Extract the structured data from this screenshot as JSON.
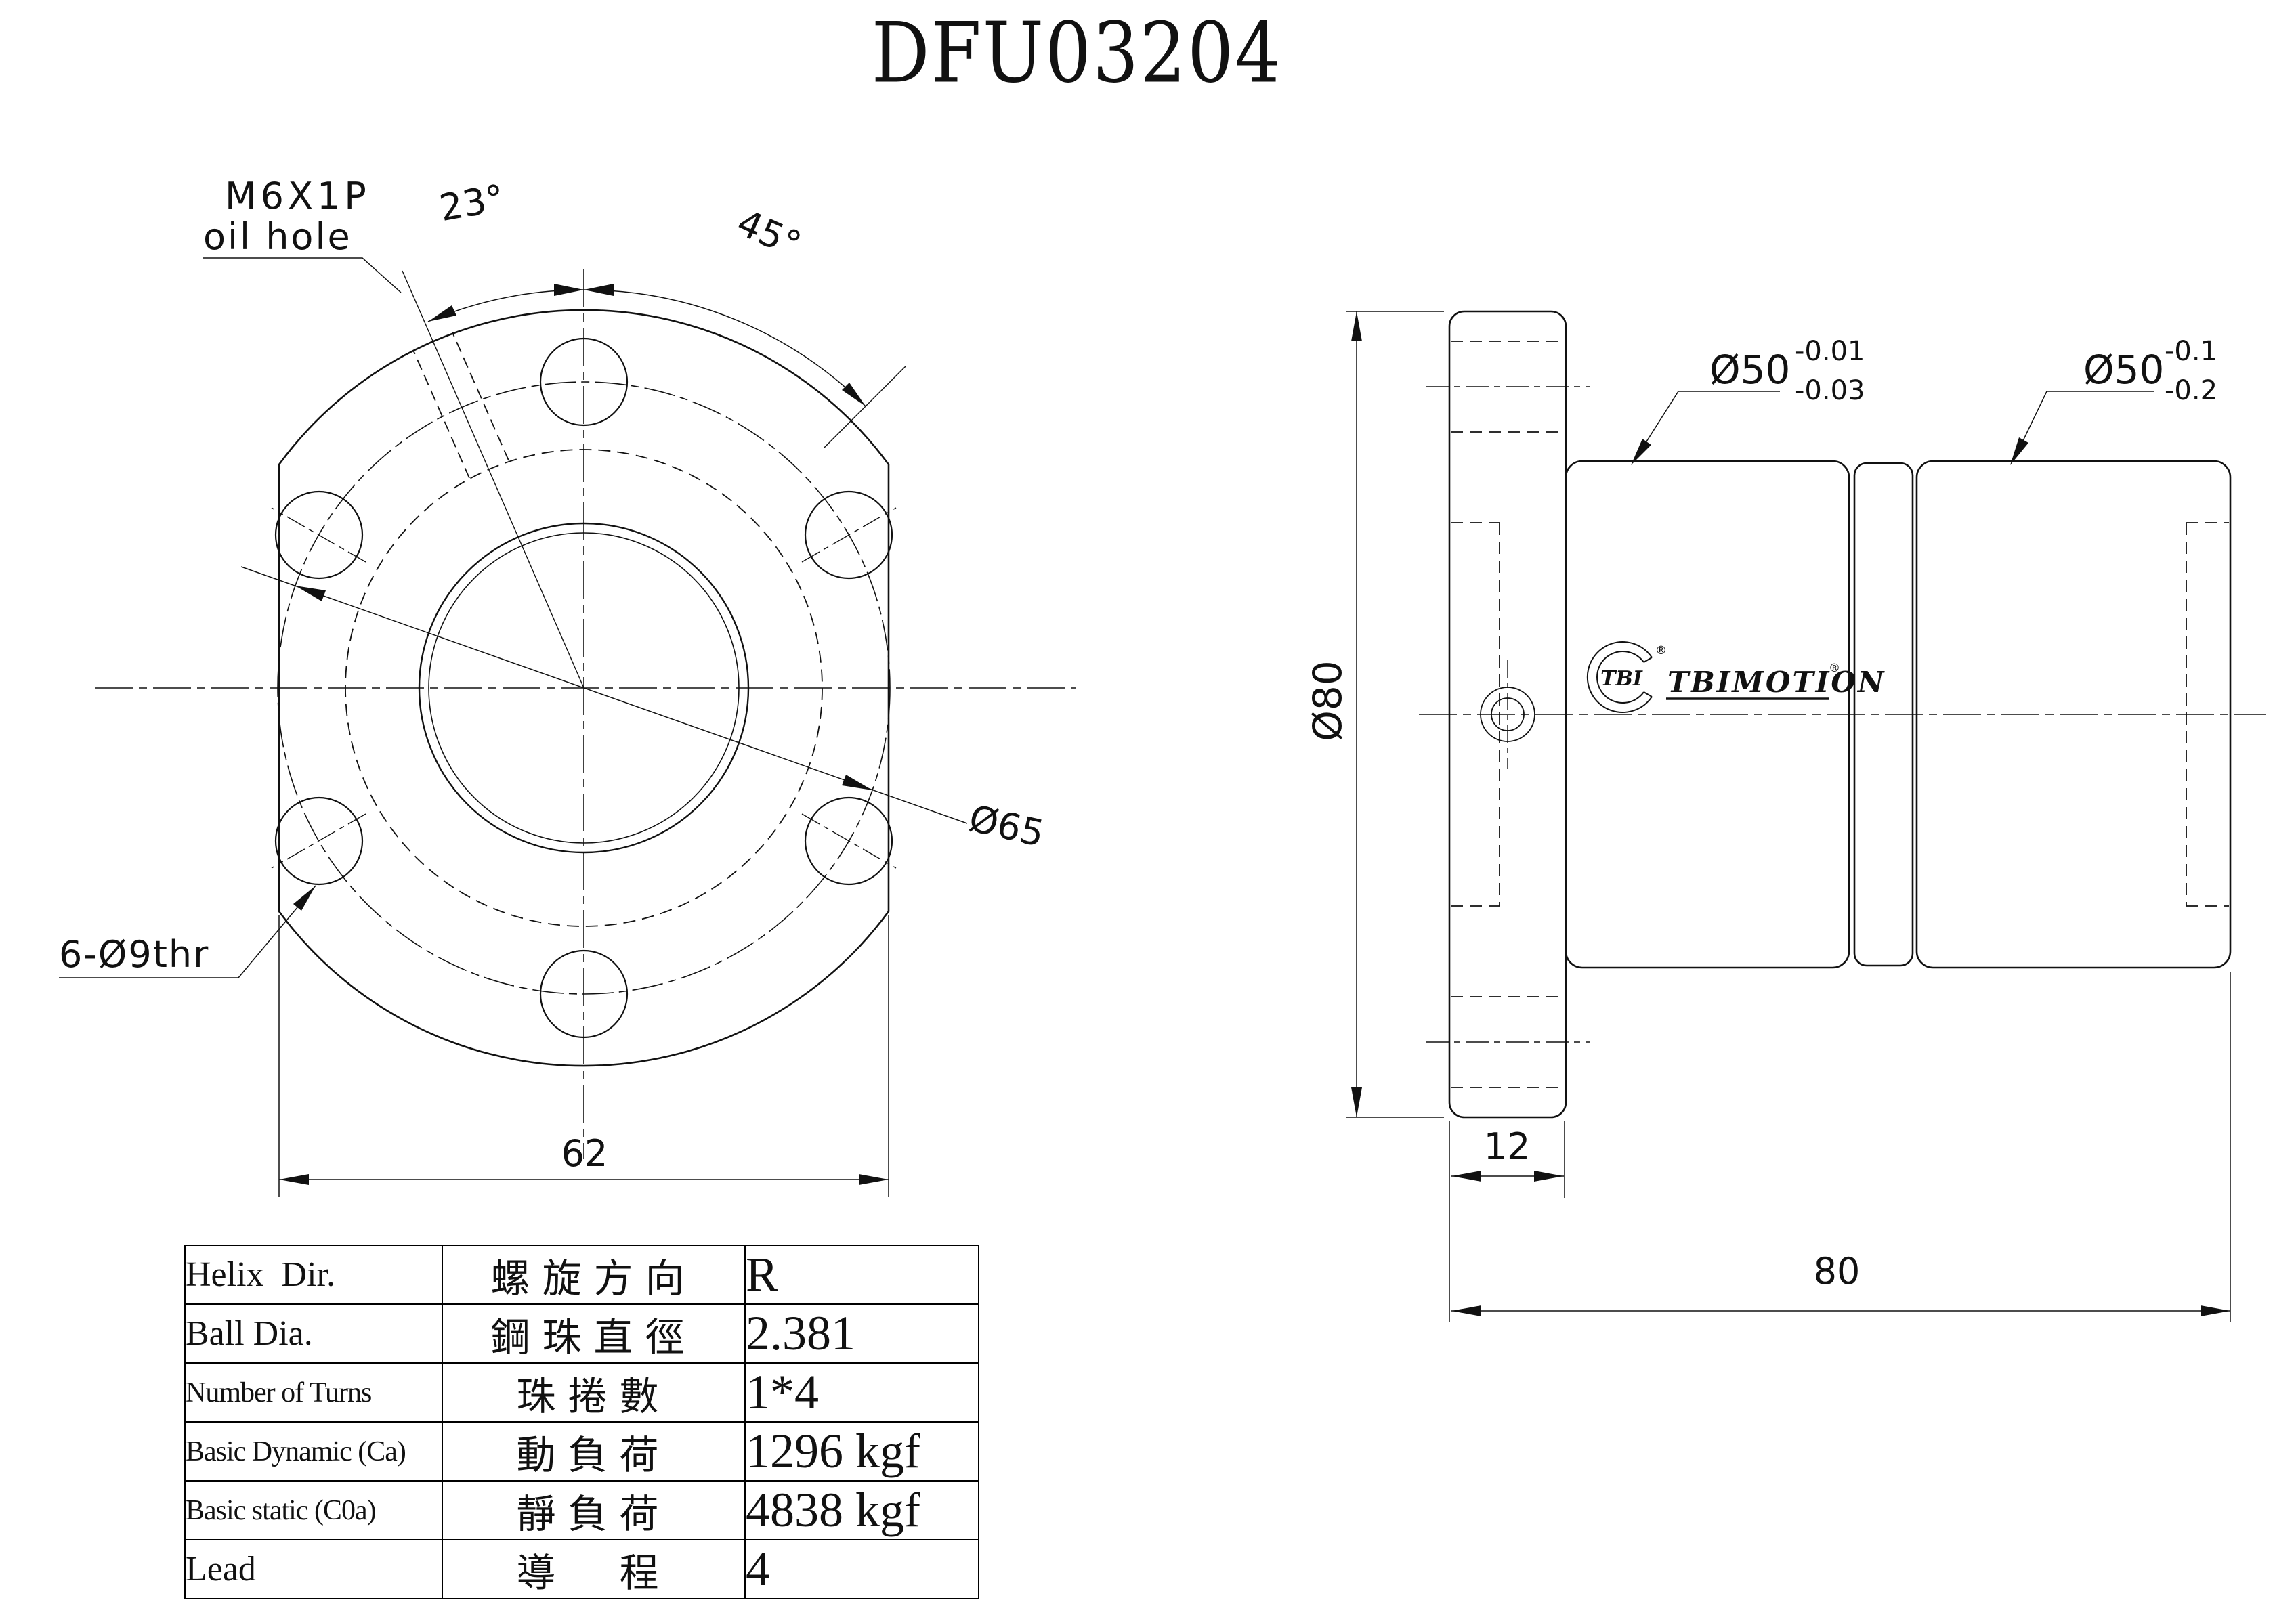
{
  "title": "DFU03204",
  "front_view": {
    "oil_hole_spec": "M6X1P",
    "oil_hole_label": "oil hole",
    "angle_oil": "23°",
    "angle_bolt": "45°",
    "bolt_circle_dia": "Ø65",
    "bolt_holes": "6-Ø9thr",
    "flat_width": "62"
  },
  "side_view": {
    "flange_dia": "Ø80",
    "body1_dia": "Ø50",
    "body1_tol_upper": "-0.01",
    "body1_tol_lower": "-0.03",
    "body2_dia": "Ø50",
    "body2_tol_upper": "-0.1",
    "body2_tol_lower": "-0.2",
    "flange_thickness": "12",
    "overall_length": "80",
    "logo": {
      "monogram": "TBI",
      "brand": "TBIMOTION",
      "registered": "®"
    }
  },
  "spec_table": {
    "rows": [
      {
        "en": "Helix  Dir.",
        "zh": "螺旋方向",
        "value": "R"
      },
      {
        "en": "Ball Dia.",
        "zh": "鋼珠直徑",
        "value": "2.381"
      },
      {
        "en": "Number of Turns",
        "zh": "珠捲數",
        "value": "1*4"
      },
      {
        "en": "Basic Dynamic (Ca)",
        "zh": "動負荷",
        "value": "1296 kgf"
      },
      {
        "en": "Basic static (C0a)",
        "zh": "靜負荷",
        "value": "4838 kgf"
      },
      {
        "en": "Lead",
        "zh": "導　程",
        "value": "4"
      }
    ]
  }
}
